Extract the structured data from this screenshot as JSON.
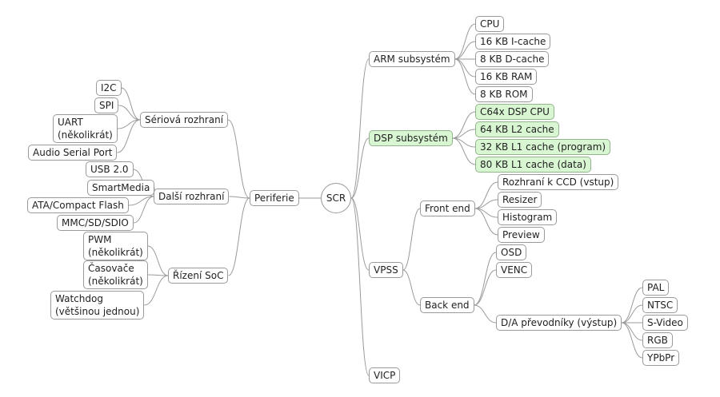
{
  "root": "SCR",
  "left": {
    "periferie": "Periferie",
    "groups": [
      {
        "label": "Sériová rozhraní",
        "items": [
          "I2C",
          "SPI",
          "UART\n(několikrát)",
          "Audio Serial Port"
        ]
      },
      {
        "label": "Další rozhraní",
        "items": [
          "USB 2.0",
          "SmartMedia",
          "ATA/Compact Flash",
          "MMC/SD/SDIO"
        ]
      },
      {
        "label": "Řízení SoC",
        "items": [
          "PWM\n(několikrát)",
          "Časovače\n(několikrát)",
          "Watchdog\n(většinou jednou)"
        ]
      }
    ]
  },
  "right": {
    "arm": {
      "label": "ARM subsystém",
      "items": [
        "CPU",
        "16 KB I-cache",
        "8 KB D-cache",
        "16 KB RAM",
        "8 KB ROM"
      ]
    },
    "dsp": {
      "label": "DSP subsystém",
      "items": [
        "C64x DSP CPU",
        "64 KB L2 cache",
        "32 KB L1 cache (program)",
        "80 KB L1 cache (data)"
      ],
      "highlight_color": "#d8f6d2"
    },
    "vpss": {
      "label": "VPSS",
      "front_end": {
        "label": "Front end",
        "items": [
          "Rozhraní k CCD (vstup)",
          "Resizer",
          "Histogram",
          "Preview"
        ]
      },
      "back_end": {
        "label": "Back end",
        "items": [
          "OSD",
          "VENC"
        ],
        "da": {
          "label": "D/A převodníky (výstup)",
          "items": [
            "PAL",
            "NTSC",
            "S-Video",
            "RGB",
            "YPbPr"
          ]
        }
      }
    },
    "vicp": "VICP"
  }
}
